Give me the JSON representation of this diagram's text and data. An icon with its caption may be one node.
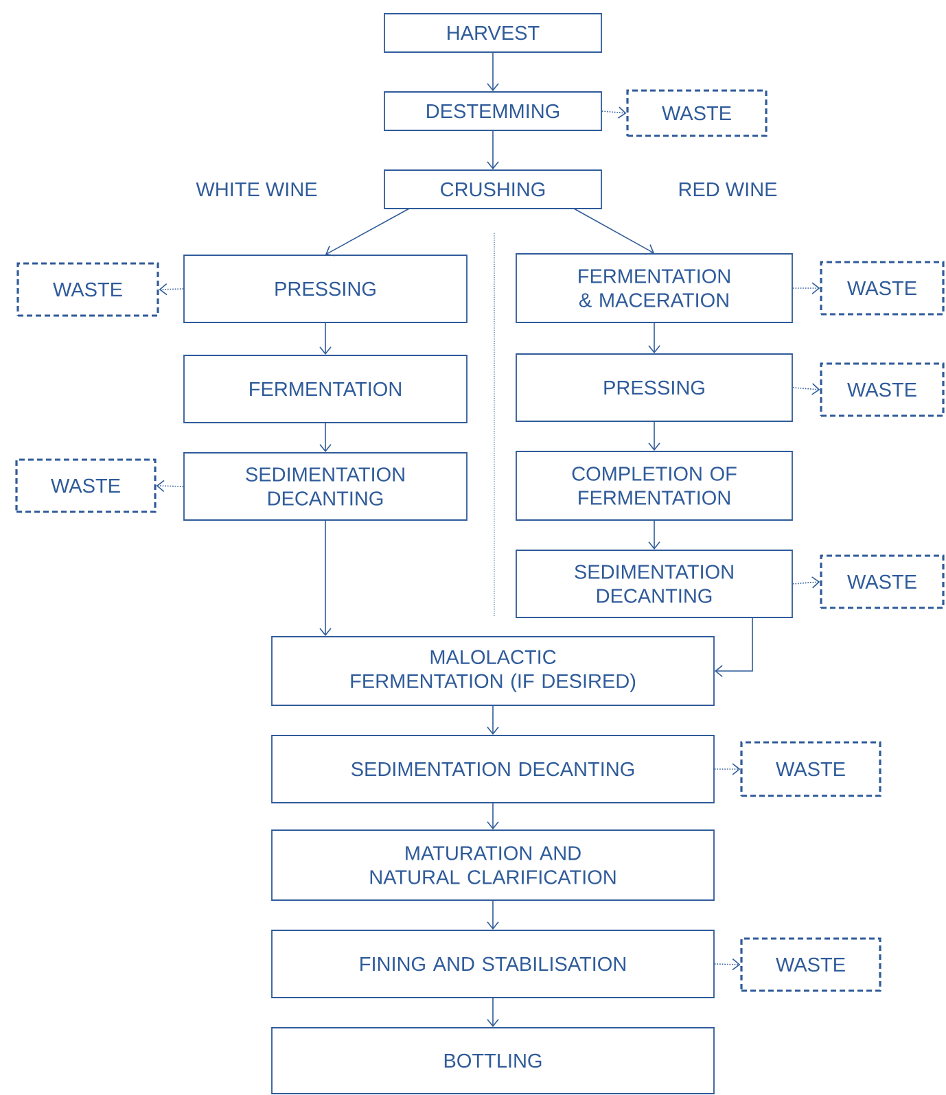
{
  "diagram": {
    "nodes": [
      {
        "text": [
          "HARVEST"
        ]
      },
      {
        "text": [
          "DESTEMMING"
        ]
      },
      {
        "text": [
          "WASTE"
        ]
      },
      {
        "text": [
          "CRUSHING"
        ]
      },
      {
        "text": [
          "PRESSING"
        ]
      },
      {
        "text": [
          "WASTE"
        ]
      },
      {
        "text": [
          "FERMENTATION"
        ]
      },
      {
        "text": [
          "SEDIMENTATION DECANTING"
        ]
      },
      {
        "text": [
          "WASTE"
        ]
      },
      {
        "text": [
          "FERMENTATION & MACERATION"
        ]
      },
      {
        "text": [
          "WASTE"
        ]
      },
      {
        "text": [
          "PRESSING"
        ]
      },
      {
        "text": [
          "WASTE"
        ]
      },
      {
        "text": [
          "COMPLETION OF FERMENTATION"
        ]
      },
      {
        "text": [
          "SEDIMENTATION DECANTING"
        ]
      },
      {
        "text": [
          "WASTE"
        ]
      },
      {
        "text": [
          "MALOLACTIC FERMENTATION (IF DESIRED)"
        ]
      },
      {
        "text": [
          "SEDIMENTATION DECANTING"
        ]
      },
      {
        "text": [
          "WASTE"
        ]
      },
      {
        "text": [
          "MATURATION AND NATURAL CLARIFICATION"
        ]
      },
      {
        "text": [
          "FINING AND STABILISATION"
        ]
      },
      {
        "text": [
          "WASTE"
        ]
      },
      {
        "text": [
          "BOTTLING"
        ]
      }
    ],
    "edges": [
      {
        "from": 0,
        "to": 1,
        "arrow": "to"
      },
      {
        "from": 1,
        "to": 2,
        "arrow": "to",
        "style": "dashed"
      },
      {
        "from": 1,
        "to": 3,
        "arrow": "to"
      },
      {
        "from": 3,
        "to": 4,
        "arrow": "to"
      },
      {
        "from": 3,
        "to": 9,
        "arrow": "to"
      },
      {
        "from": 4,
        "to": 5,
        "arrow": "to",
        "style": "dashed"
      },
      {
        "from": 4,
        "to": 6,
        "arrow": "to"
      },
      {
        "from": 6,
        "to": 7,
        "arrow": "to"
      },
      {
        "from": 7,
        "to": 8,
        "arrow": "to",
        "style": "dashed"
      },
      {
        "from": 7,
        "to": 16,
        "arrow": "to"
      },
      {
        "from": 9,
        "to": 10,
        "arrow": "to",
        "style": "dashed"
      },
      {
        "from": 9,
        "to": 11,
        "arrow": "to"
      },
      {
        "from": 11,
        "to": 12,
        "arrow": "to",
        "style": "dashed"
      },
      {
        "from": 11,
        "to": 13,
        "arrow": "to"
      },
      {
        "from": 13,
        "to": 14,
        "arrow": "to"
      },
      {
        "from": 14,
        "to": 15,
        "arrow": "to",
        "style": "dashed"
      },
      {
        "from": 14,
        "to": 16,
        "arrow": "to"
      },
      {
        "from": 16,
        "to": 17,
        "arrow": "to"
      },
      {
        "from": 17,
        "to": 18,
        "arrow": "to",
        "style": "dashed"
      },
      {
        "from": 17,
        "to": 19,
        "arrow": "to"
      },
      {
        "from": 19,
        "to": 20,
        "arrow": "to"
      },
      {
        "from": 20,
        "to": 21,
        "arrow": "to",
        "style": "dashed"
      },
      {
        "from": 20,
        "to": 22,
        "arrow": "to"
      }
    ],
    "labels": [
      "WHITE WINE",
      "RED WINE"
    ]
  }
}
